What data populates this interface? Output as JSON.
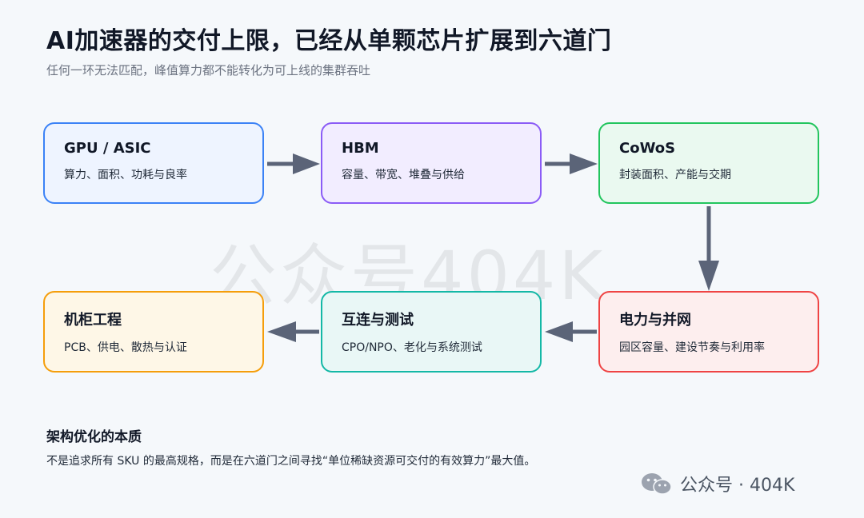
{
  "header": {
    "title": "AI加速器的交付上限，已经从单颗芯片扩展到六道门",
    "subtitle": "任何一环无法匹配，峰值算力都不能转化为可上线的集群吞吐"
  },
  "watermark": "公众号404K",
  "stages": [
    {
      "title": "GPU / ASIC",
      "desc": "算力、面积、功耗与良率",
      "color": "#3b82f6",
      "fill": "#eef4ff"
    },
    {
      "title": "HBM",
      "desc": "容量、带宽、堆叠与供给",
      "color": "#8b5cf6",
      "fill": "#f2edff"
    },
    {
      "title": "CoWoS",
      "desc": "封装面积、产能与交期",
      "color": "#22c55e",
      "fill": "#eaf9f0"
    },
    {
      "title": "电力与并网",
      "desc": "园区容量、建设节奏与利用率",
      "color": "#ef4444",
      "fill": "#fdeeee"
    },
    {
      "title": "互连与测试",
      "desc": "CPO/NPO、老化与系统测试",
      "color": "#14b8a6",
      "fill": "#e9f7f6"
    },
    {
      "title": "机柜工程",
      "desc": "PCB、供电、散热与认证",
      "color": "#f59e0b",
      "fill": "#fef7e7"
    }
  ],
  "arrow_color": "#5b6478",
  "section": {
    "title": "架构优化的本质",
    "body": "不是追求所有 SKU 的最高规格，而是在六道门之间寻找“单位稀缺资源可交付的有效算力”最大值。"
  },
  "brand": {
    "icon": "wechat-icon",
    "label": "公众号 · 404K"
  }
}
